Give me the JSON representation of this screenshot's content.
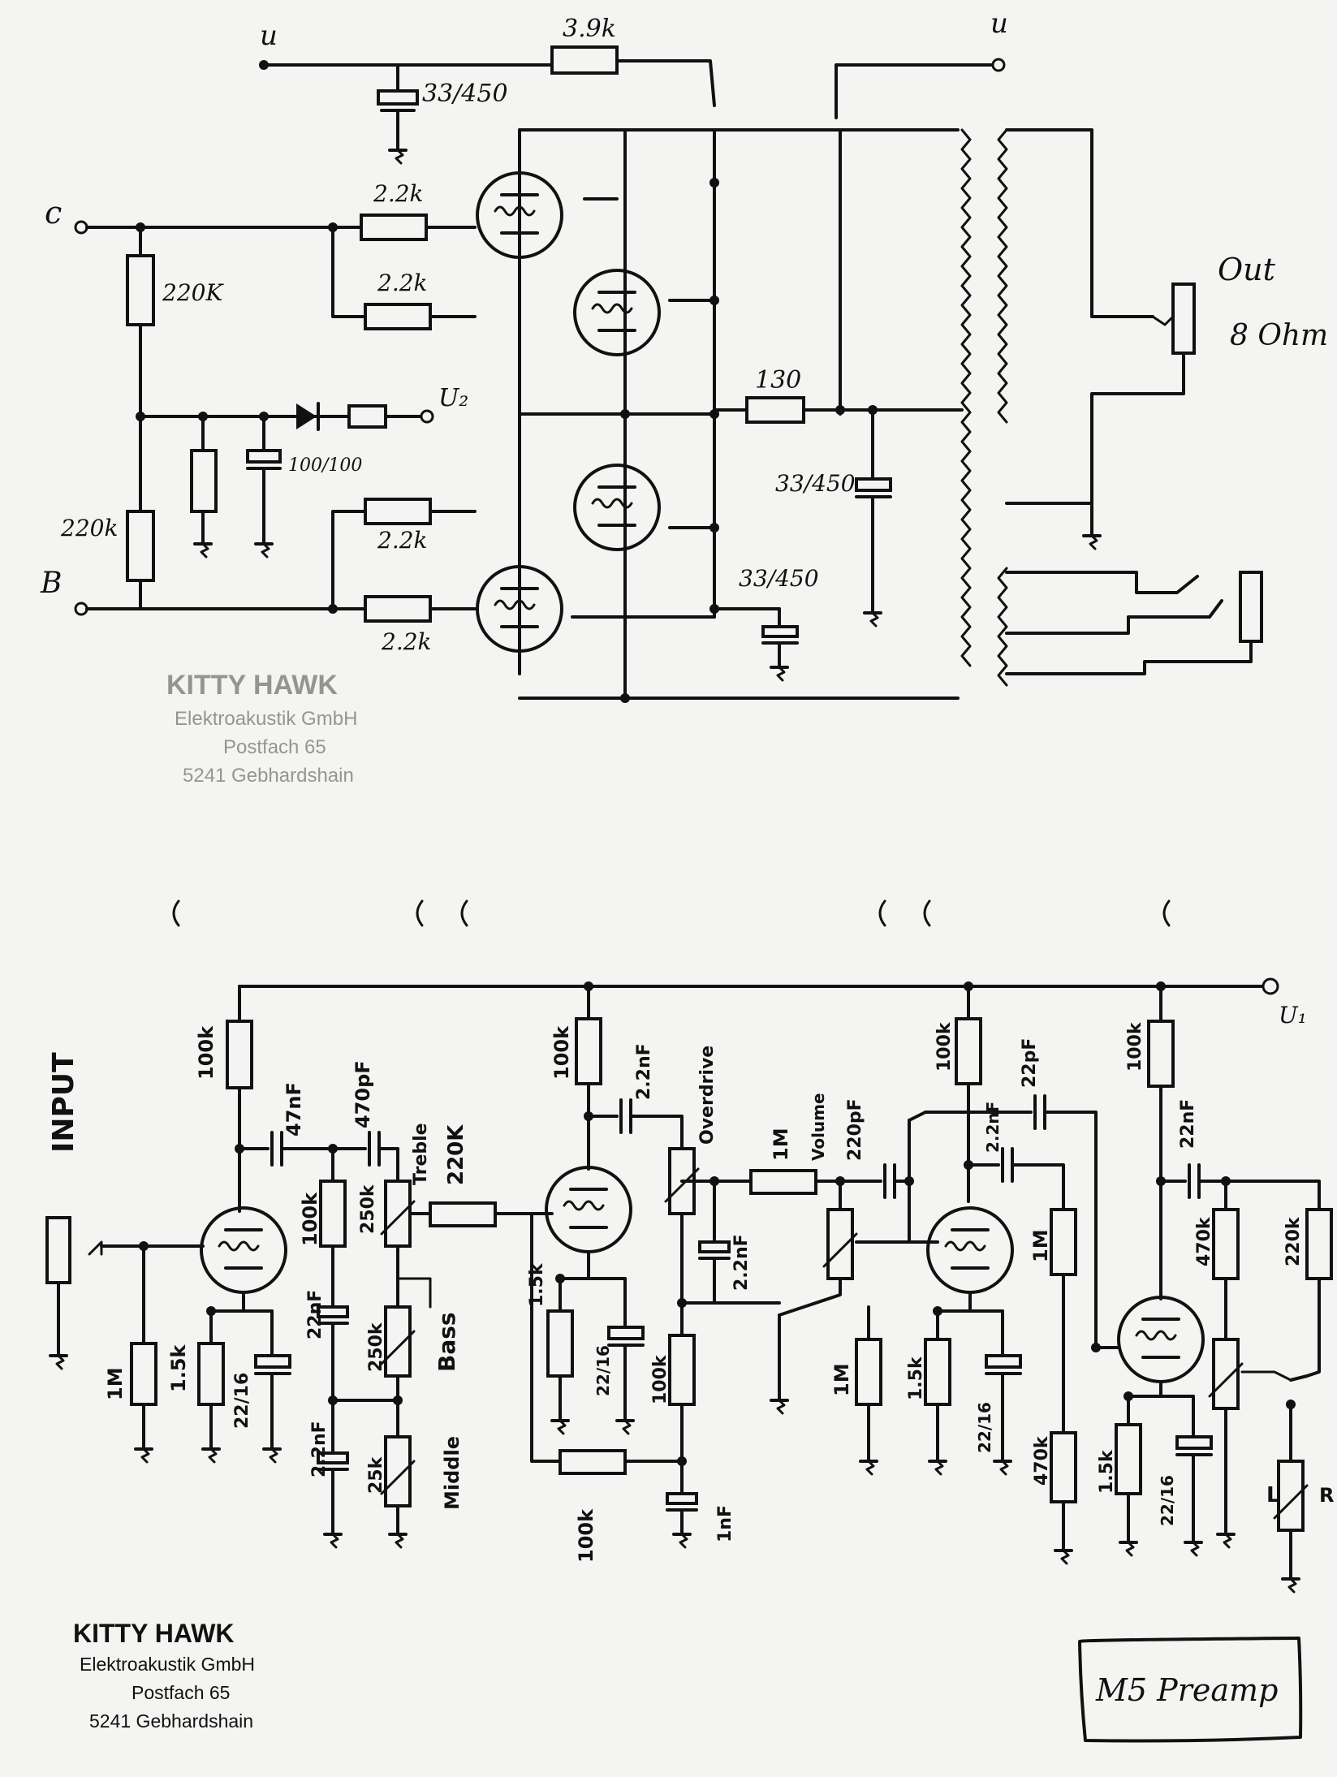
{
  "power_amp": {
    "labels": {
      "supply_u_left": "u",
      "supply_u_right": "u",
      "r_top": "3.9k",
      "c_top": "33/450",
      "input_c": "c",
      "r_220k_upper": "220K",
      "r_220k_lower": "220k",
      "input_b": "B",
      "r_grid_1": "2.2k",
      "r_grid_2": "2.2k",
      "r_grid_3": "2.2k",
      "r_grid_4": "2.2k",
      "u2": "U₂",
      "c_bias": "100/100",
      "r_130": "130",
      "c_mid": "33/450",
      "c_low": "33/450",
      "out_label": "Out",
      "out_ohm": "8 Ohm"
    },
    "stamp": {
      "company": "KITTY HAWK",
      "line1": "Elektroakustik GmbH",
      "line2": "Postfach 65",
      "line3": "5241 Gebhardshain"
    }
  },
  "preamp": {
    "labels": {
      "input": "INPUT",
      "u1": "U₁",
      "r1_100k": "100k",
      "c_47n": "47nF",
      "c_470p": "470pF",
      "treble": "Treble",
      "r_220k_a": "220K",
      "r_100k_b": "100k",
      "pot_250k_a": "250k",
      "c_22n_a": "22nF",
      "pot_250k_b": "250k",
      "bass": "Bass",
      "c_22n_b": "2.2nF",
      "pot_25k": "25k",
      "middle": "Middle",
      "r_1m_a": "1M",
      "r_1_5k_a": "1.5k",
      "c_22_16_a": "22/16",
      "r_100k_c": "100k",
      "c_2_2n_a": "2.2nF",
      "overdrive": "Overdrive",
      "r_1_5k_b": "1.5k",
      "c_22_16_b": "22/16",
      "r_100k_d": "100k",
      "c_2_2n_b": "2.2nF",
      "r_100k_e": "100k",
      "c_1n": "1nF",
      "r_1m_b": "1M",
      "volume": "Volume",
      "c_220p": "220pF",
      "r_1m_c": "1M",
      "r_100k_f": "100k",
      "c_22p": "22pF",
      "c_2_2n_c": "2.2nF",
      "r_1_5k_c": "1.5k",
      "c_22_16_c": "22/16",
      "r_1m_d": "1M",
      "r_470k_a": "470k",
      "r_100k_g": "100k",
      "c_22n_c": "22nF",
      "r_470k_b": "470k",
      "r_220k_b": "220k",
      "r_1_5k_d": "1.5k",
      "c_22_16_d": "22/16",
      "l_label": "L",
      "r_label": "R"
    },
    "stamp": {
      "company": "KITTY HAWK",
      "line1": "Elektroakustik GmbH",
      "line2": "Postfach 65",
      "line3": "5241 Gebhardshain"
    },
    "title_box": "M5 Preamp"
  }
}
